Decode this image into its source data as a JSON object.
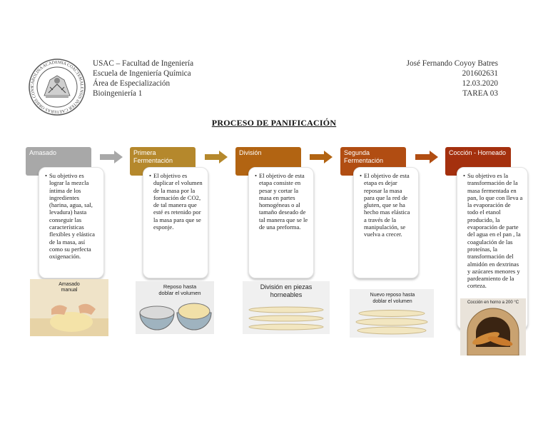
{
  "header": {
    "left": [
      "USAC – Facultad de Ingeniería",
      "Escuela de Ingeniería Química",
      "Área de Especialización",
      "Bioingeniería 1"
    ],
    "right": [
      "José Fernando Coyoy Batres",
      "201602631",
      "12.03.2020",
      "TAREA 03"
    ]
  },
  "seal_text": "CAROLINA ACADEMIA COACTEMALENSIS INTER CAETERAS ORBIS CONSPICUA",
  "title": "PROCESO DE PANIFICACIÓN",
  "steps": [
    {
      "label": "Amasado",
      "color": "#a8a8a8",
      "text": "Su objetivo es lograr la mezcla íntima de los ingredientes (harina, agua, sal, levadura) hasta conseguir las características flexibles y elástica de la masa, así como su perfecta oxigenación.",
      "caption": "Amasado manual"
    },
    {
      "label": "Primera Fermentación",
      "color": "#b5882c",
      "text": "El objetivo es duplicar el volumen de la masa por la formación de CO2, de tal manera que esté es retenido por la masa para que se esponje.",
      "caption": "Reposo hasta doblar el volumen"
    },
    {
      "label": "División",
      "color": "#b26412",
      "text": "El objetivo de esta etapa consiste en pesar y cortar la masa en partes homogéneas o al tamaño deseado de tal manera que se le de una preforma.",
      "caption": "División en piezas horneables"
    },
    {
      "label": "Segunda Fermentación",
      "color": "#b14d12",
      "text": "El objetivo de esta etapa es dejar reposar la masa para que la red de gluten, que se ha hecho mas elástica a través de la manipulación, se vuelva a crecer.",
      "caption": "Nuevo reposo hasta doblar el volumen"
    },
    {
      "label": "Cocción - Horneado",
      "color": "#a4300e",
      "text": "Su objetivo es la transformación de la masa fermentada en pan, lo que con lleva a la evaporación de todo el etanol producido, la evaporación de parte del agua en el pan , la coagulación de las proteínas, la transformación del almidón en dextrinas y azúcares menores y pardeamiento de la corteza.",
      "caption": "Cocción en horno a 200 °C"
    }
  ],
  "colors": {
    "arrow": [
      "#a8a8a8",
      "#b5882c",
      "#b26412",
      "#b14d12"
    ]
  }
}
